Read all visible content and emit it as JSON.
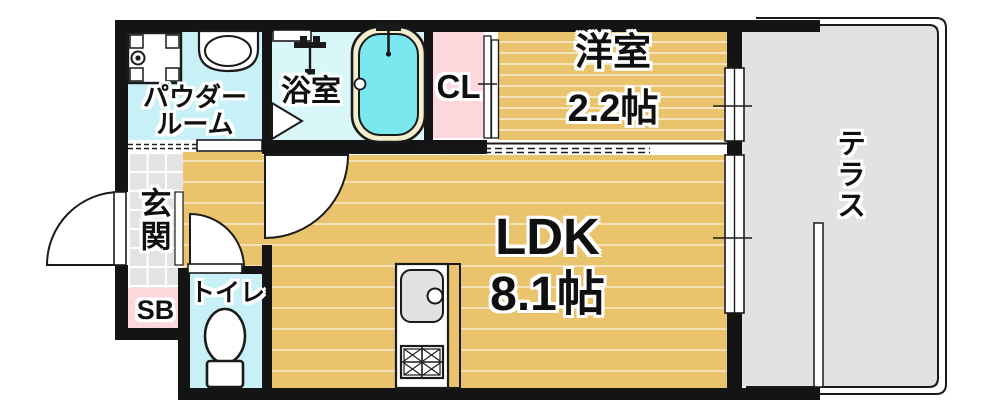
{
  "title": "floor-plan",
  "colors": {
    "floor_tan": "#e9c46c",
    "water_cyan": "#c7f1f6",
    "bath_cyan": "#d9f6f9",
    "tub_rim": "#f3efce",
    "tub_water": "#7be8ef",
    "closet_pink": "#fcd8dc",
    "terrace_gray": "#e2e2e2",
    "tile_gray": "#e3e3e3",
    "wall_black": "#141414"
  },
  "rooms": {
    "powder_room": {
      "label_line1": "パウダー",
      "label_line2": "ルーム"
    },
    "bathroom": {
      "label": "浴室"
    },
    "closet": {
      "label": "CL"
    },
    "western_room": {
      "label": "洋室",
      "size": "2.2帖"
    },
    "terrace": {
      "label": "テラス"
    },
    "entrance": {
      "label": "玄関"
    },
    "shoe_box": {
      "label": "SB"
    },
    "toilet": {
      "label": "トイレ"
    },
    "ldk": {
      "label": "LDK",
      "size": "8.1帖"
    }
  }
}
